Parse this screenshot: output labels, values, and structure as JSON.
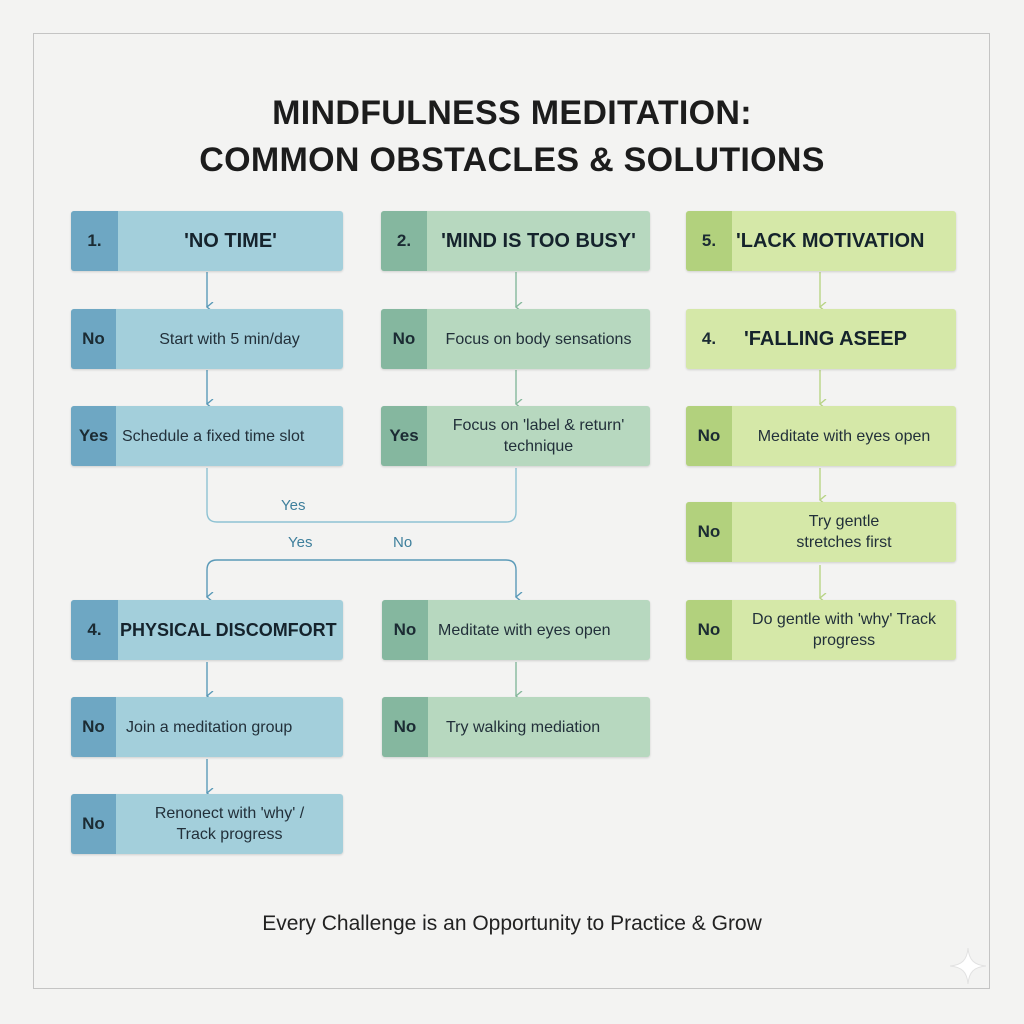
{
  "title": {
    "line1": "MINDFULNESS MEDITATION:",
    "line2": "COMMON OBSTACLES & SOLUTIONS"
  },
  "column1": {
    "header": {
      "num": "1.",
      "label": "'NO TIME'"
    },
    "step1": {
      "tag": "No",
      "text": "Start with 5 min/day"
    },
    "step2": {
      "tag": "Yes",
      "text": "Schedule a fixed time slot"
    }
  },
  "column2": {
    "header": {
      "num": "2.",
      "label": "'MIND IS TOO BUSY'"
    },
    "step1": {
      "tag": "No",
      "text": "Focus on body sensations"
    },
    "step2": {
      "tag": "Yes",
      "text": "Focus on 'label & return' technique"
    }
  },
  "connectors": {
    "merge_label": "Yes",
    "left_label": "Yes",
    "right_label": "No"
  },
  "column4": {
    "header": {
      "num": "4.",
      "label": "PHYSICAL DISCOMFORT"
    },
    "step1": {
      "tag": "No",
      "text": "Join a meditation group"
    },
    "step2": {
      "tag": "No",
      "text": "Renonect with 'why' / Track progress"
    }
  },
  "column4b": {
    "step1": {
      "tag": "No",
      "text": "Meditate with eyes open"
    },
    "step2": {
      "tag": "No",
      "text": "Try walking mediation"
    }
  },
  "column5": {
    "header": {
      "num": "5.",
      "label": "'LACK MOTIVATION"
    },
    "header2": {
      "num": "4.",
      "label": "'FALLING ASEEP"
    },
    "step1": {
      "tag": "No",
      "text": "Meditate with eyes open"
    },
    "step2": {
      "tag": "No",
      "text": "Try gentle stretches first"
    },
    "step3": {
      "tag": "No",
      "text": "Do gentle with 'why' Track progress"
    }
  },
  "footer": "Every Challenge is an Opportunity to Practice & Grow",
  "colors": {
    "blue": "#a3cfdb",
    "blue_tab": "#6ea7c3",
    "green": "#b7d8bf",
    "green_tab": "#85b79f",
    "lime": "#d5e8a8",
    "lime_tab": "#b2d17d"
  }
}
